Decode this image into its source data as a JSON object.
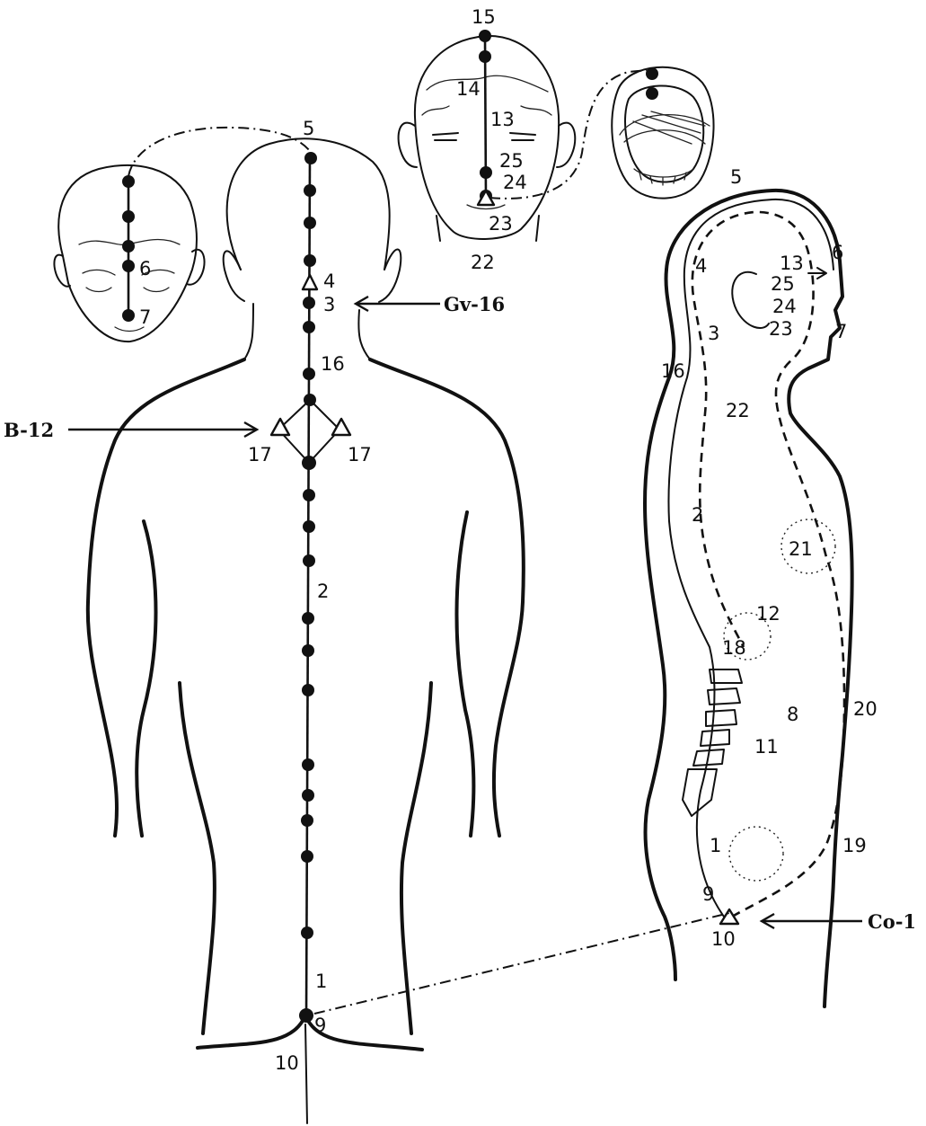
{
  "callouts": {
    "gv16": "Gv-16",
    "b12": "B-12",
    "co1": "Co-1"
  },
  "back_view": {
    "labels": [
      "5",
      "4",
      "3",
      "16",
      "17",
      "17",
      "2",
      "1",
      "9",
      "10"
    ]
  },
  "small_head_top": {
    "labels": [
      "6",
      "7"
    ]
  },
  "front_face": {
    "labels": [
      "15",
      "14",
      "13",
      "25",
      "24",
      "23",
      "22"
    ]
  },
  "side_view": {
    "labels": [
      "5",
      "4",
      "13",
      "6",
      "25",
      "24",
      "23",
      "7",
      "3",
      "16",
      "22",
      "2",
      "21",
      "12",
      "18",
      "8",
      "20",
      "11",
      "1",
      "19",
      "9",
      "10"
    ]
  }
}
